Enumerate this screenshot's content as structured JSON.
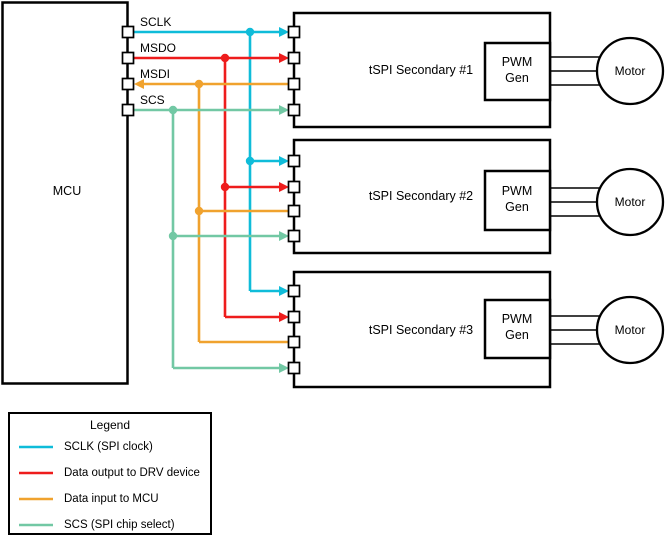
{
  "colors": {
    "sclk": "#0fbcd9",
    "msdo": "#ee1c1c",
    "msdi": "#f0a22e",
    "scs": "#72c8a4"
  },
  "mcu": {
    "label": "MCU"
  },
  "signals": {
    "sclk": "SCLK",
    "msdo": "MSDO",
    "msdi": "MSDI",
    "scs": "SCS"
  },
  "secondaries": [
    {
      "label": "tSPI Secondary #1",
      "pwm": {
        "line1": "PWM",
        "line2": "Gen"
      },
      "motor": "Motor"
    },
    {
      "label": "tSPI Secondary #2",
      "pwm": {
        "line1": "PWM",
        "line2": "Gen"
      },
      "motor": "Motor"
    },
    {
      "label": "tSPI Secondary #3",
      "pwm": {
        "line1": "PWM",
        "line2": "Gen"
      },
      "motor": "Motor"
    }
  ],
  "legend": {
    "title": "Legend",
    "entries": [
      {
        "label": "SCLK (SPI clock)"
      },
      {
        "label": "Data output to DRV device"
      },
      {
        "label": "Data input to MCU"
      },
      {
        "label": "SCS (SPI chip select)"
      }
    ]
  }
}
